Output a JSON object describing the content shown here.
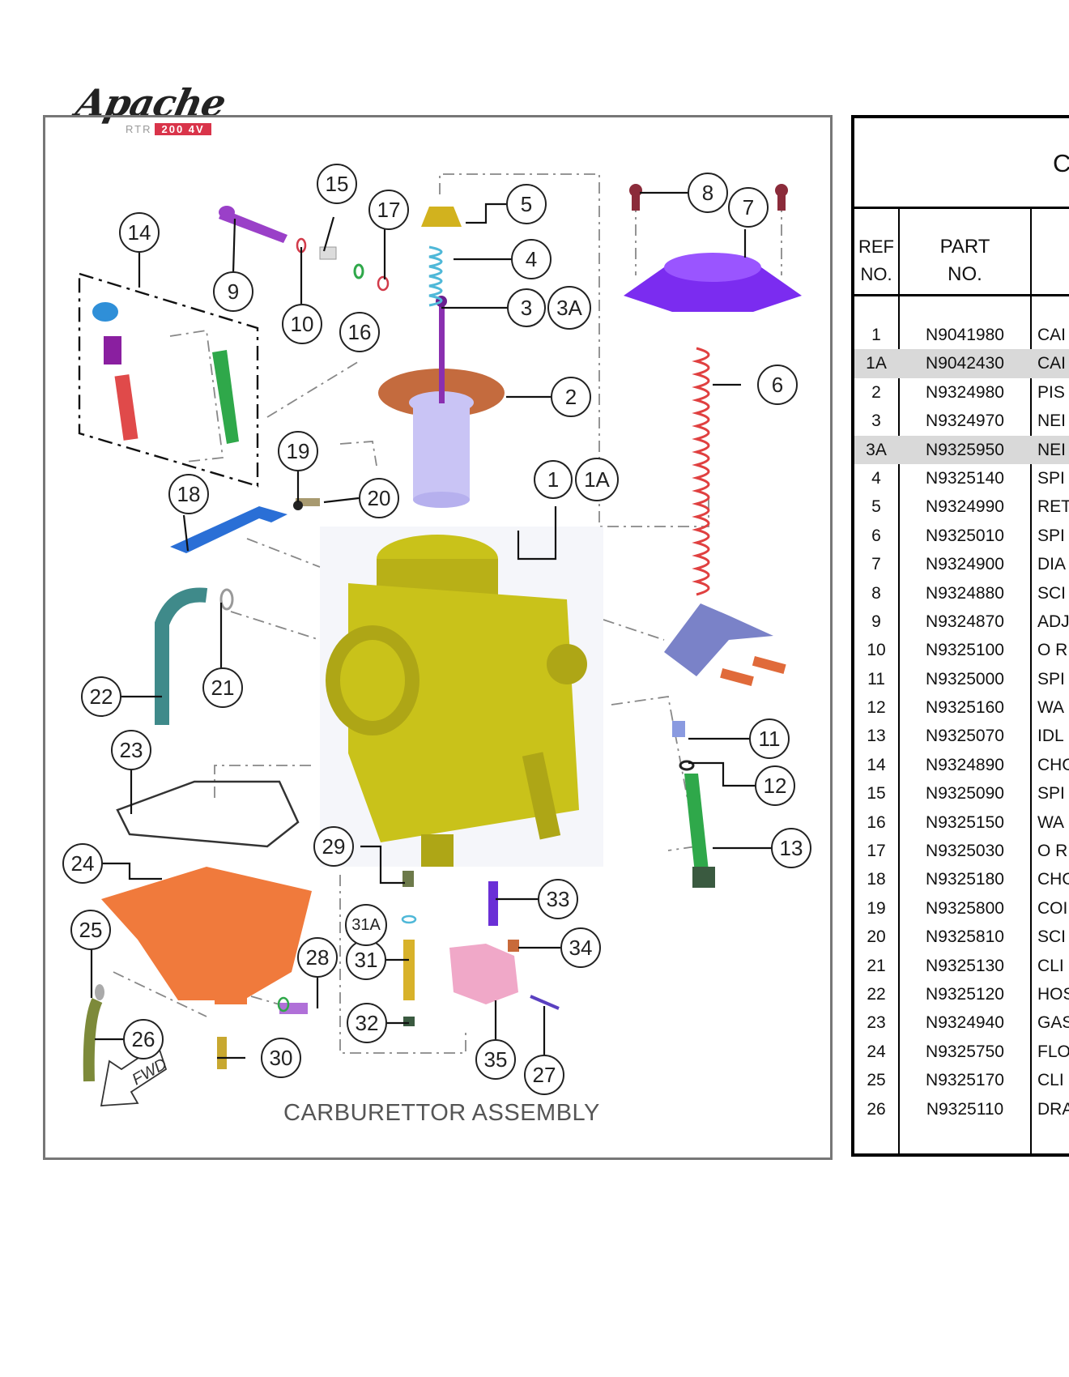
{
  "logo": {
    "text": "Apache",
    "sub": "RTR",
    "badge": "200 4V"
  },
  "caption": "CARBURETTOR ASSEMBLY",
  "callouts": [
    "1",
    "1A",
    "2",
    "3",
    "3A",
    "4",
    "5",
    "6",
    "7",
    "8",
    "9",
    "10",
    "11",
    "12",
    "13",
    "14",
    "15",
    "16",
    "17",
    "18",
    "19",
    "20",
    "21",
    "22",
    "23",
    "24",
    "25",
    "26",
    "27",
    "28",
    "29",
    "30",
    "31",
    "31A",
    "32",
    "33",
    "34",
    "35"
  ],
  "table": {
    "title_fragment": "C",
    "header_ref": [
      "REF",
      "NO."
    ],
    "header_part": [
      "PART",
      "NO."
    ],
    "rows": [
      {
        "ref": "1",
        "part": "N9041980",
        "desc": "CAI"
      },
      {
        "ref": "1A",
        "part": "N9042430",
        "desc": "CAI",
        "hl": true
      },
      {
        "ref": "2",
        "part": "N9324980",
        "desc": "PIS"
      },
      {
        "ref": "3",
        "part": "N9324970",
        "desc": "NEI"
      },
      {
        "ref": "3A",
        "part": "N9325950",
        "desc": "NEI",
        "hl": true
      },
      {
        "ref": "4",
        "part": "N9325140",
        "desc": "SPI"
      },
      {
        "ref": "5",
        "part": "N9324990",
        "desc": "RET"
      },
      {
        "ref": "6",
        "part": "N9325010",
        "desc": "SPI"
      },
      {
        "ref": "7",
        "part": "N9324900",
        "desc": "DIA"
      },
      {
        "ref": "8",
        "part": "N9324880",
        "desc": "SCI"
      },
      {
        "ref": "9",
        "part": "N9324870",
        "desc": "ADJ"
      },
      {
        "ref": "10",
        "part": "N9325100",
        "desc": "O R"
      },
      {
        "ref": "11",
        "part": "N9325000",
        "desc": "SPI"
      },
      {
        "ref": "12",
        "part": "N9325160",
        "desc": "WA"
      },
      {
        "ref": "13",
        "part": "N9325070",
        "desc": "IDL"
      },
      {
        "ref": "14",
        "part": "N9324890",
        "desc": "CHO"
      },
      {
        "ref": "15",
        "part": "N9325090",
        "desc": "SPI"
      },
      {
        "ref": "16",
        "part": "N9325150",
        "desc": "WA"
      },
      {
        "ref": "17",
        "part": "N9325030",
        "desc": "O R"
      },
      {
        "ref": "18",
        "part": "N9325180",
        "desc": "CHO"
      },
      {
        "ref": "19",
        "part": "N9325800",
        "desc": "COI"
      },
      {
        "ref": "20",
        "part": "N9325810",
        "desc": "SCI"
      },
      {
        "ref": "21",
        "part": "N9325130",
        "desc": "CLI"
      },
      {
        "ref": "22",
        "part": "N9325120",
        "desc": "HOS"
      },
      {
        "ref": "23",
        "part": "N9324940",
        "desc": "GAS"
      },
      {
        "ref": "24",
        "part": "N9325750",
        "desc": "FLO"
      },
      {
        "ref": "25",
        "part": "N9325170",
        "desc": "CLI"
      },
      {
        "ref": "26",
        "part": "N9325110",
        "desc": "DRA"
      }
    ]
  },
  "colors": {
    "carb_body": "#c9c21a",
    "diaphragm": "#7b2cf0",
    "spring_red": "#e04040",
    "float_bowl": "#f07a3c",
    "choke_green": "#2fa84a",
    "lever_blue": "#2a6fd6",
    "hose_teal": "#3f8a8a",
    "highlight_row": "#d9d9d9"
  }
}
